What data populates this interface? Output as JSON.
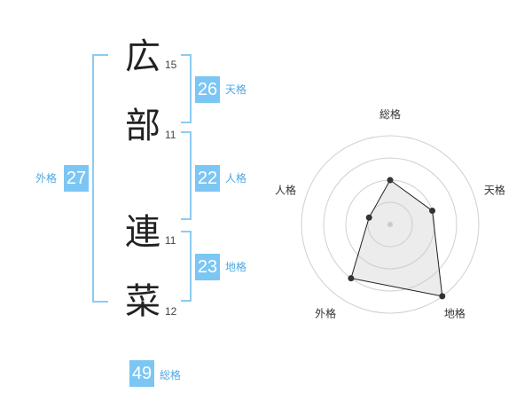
{
  "name": {
    "chars": [
      {
        "char": "広",
        "strokes": "15"
      },
      {
        "char": "部",
        "strokes": "11"
      },
      {
        "char": "連",
        "strokes": "11"
      },
      {
        "char": "菜",
        "strokes": "12"
      }
    ]
  },
  "fortunes": {
    "ten": {
      "value": "26",
      "label": "天格"
    },
    "jin": {
      "value": "22",
      "label": "人格"
    },
    "chi": {
      "value": "23",
      "label": "地格"
    },
    "gai": {
      "value": "27",
      "label": "外格"
    },
    "sou": {
      "value": "49",
      "label": "総格"
    }
  },
  "colors": {
    "accent": "#7cc6f4",
    "bracket": "#8ccbf2"
  },
  "chart_data": {
    "type": "radar",
    "axes": [
      "総格",
      "天格",
      "地格",
      "外格",
      "人格"
    ],
    "levels": 4,
    "max": 4,
    "values": [
      2,
      2,
      4,
      3,
      1
    ]
  }
}
